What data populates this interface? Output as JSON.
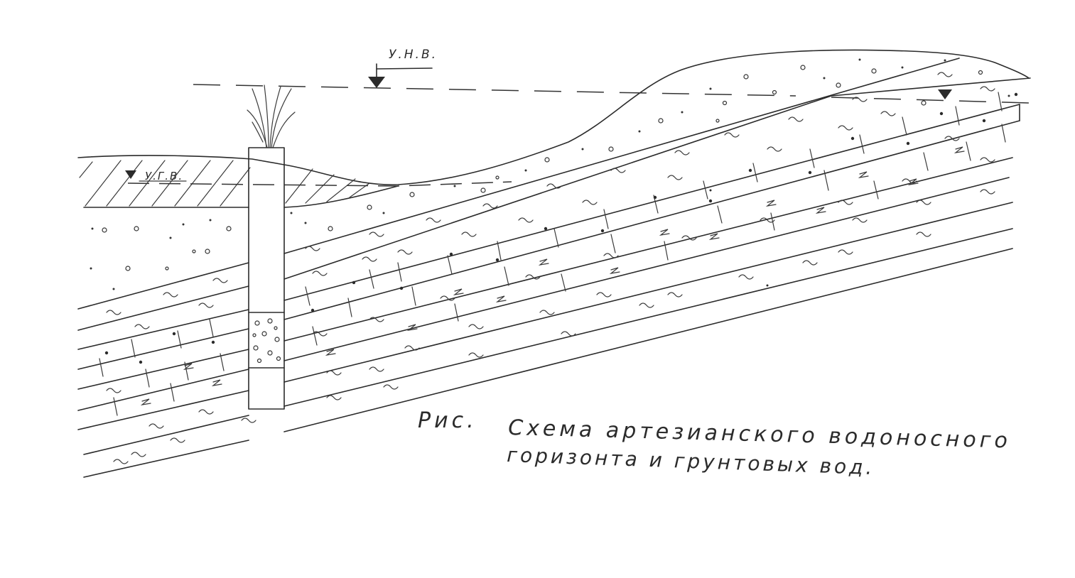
{
  "labels": {
    "unv": "У.Н.В.",
    "ugv": "У.Г.В."
  },
  "caption": {
    "prefix": "Рис.",
    "line1": "Схема артезианского водоносного",
    "line2": "горизонта и грунтовых вод."
  }
}
